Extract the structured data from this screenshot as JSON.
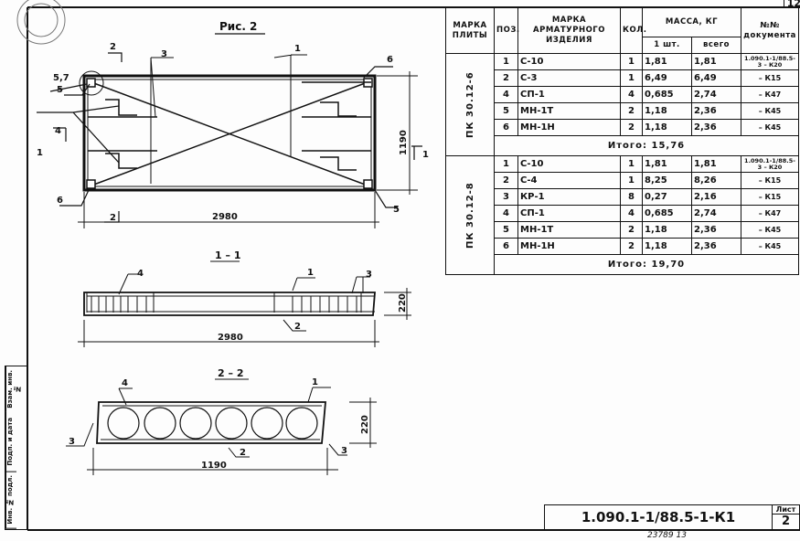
{
  "page_number": "12",
  "figure": {
    "title": "Рис. 2",
    "plan_labels": {
      "l1": "1",
      "l3": "3",
      "l4": "4",
      "l5a": "5",
      "l5b": "5",
      "l6a": "6",
      "l6b": "6",
      "l57": "5,7",
      "cut2": "2",
      "cut2b": "2",
      "cut1": "1",
      "cut1b": "1"
    },
    "plan_dims": {
      "length": "2980",
      "width": "1190"
    },
    "section_1_1": {
      "title": "1 – 1",
      "l1": "1",
      "l2": "2",
      "l3": "3",
      "l4": "4",
      "length": "2980",
      "height": "220"
    },
    "section_2_2": {
      "title": "2 – 2",
      "l1": "1",
      "l2": "2",
      "l3a": "3",
      "l3b": "3",
      "l4": "4",
      "width": "1190",
      "height": "220"
    }
  },
  "table": {
    "headers": {
      "slab": "МАРКА ПЛИТЫ",
      "pos": "ПОЗ.",
      "item": "МАРКА АРМАТУРНОГО ИЗДЕЛИЯ",
      "qty": "КОЛ.",
      "mass": "МАССА, КГ",
      "mass_unit": "1 шт.",
      "mass_total": "всего",
      "doc": "№№ документа"
    },
    "groups": [
      {
        "slab": "ПК 30.12-6",
        "total": "Итого: 15,76",
        "rows": [
          {
            "pos": "1",
            "item": "С-10",
            "qty": "1",
            "unit": "1,81",
            "total": "1,81",
            "doc": "1.090.1-1/88.5-3 – К20"
          },
          {
            "pos": "2",
            "item": "С-3",
            "qty": "1",
            "unit": "6,49",
            "total": "6,49",
            "doc": "– К15"
          },
          {
            "pos": "4",
            "item": "СП-1",
            "qty": "4",
            "unit": "0,685",
            "total": "2,74",
            "doc": "– К47"
          },
          {
            "pos": "5",
            "item": "МН-1Т",
            "qty": "2",
            "unit": "1,18",
            "total": "2,36",
            "doc": "– К45"
          },
          {
            "pos": "6",
            "item": "МН-1Н",
            "qty": "2",
            "unit": "1,18",
            "total": "2,36",
            "doc": "– К45"
          }
        ]
      },
      {
        "slab": "ПК 30.12-8",
        "total": "Итого: 19,70",
        "rows": [
          {
            "pos": "1",
            "item": "С-10",
            "qty": "1",
            "unit": "1,81",
            "total": "1,81",
            "doc": "1.090.1-1/88.5-3 – К20"
          },
          {
            "pos": "2",
            "item": "С-4",
            "qty": "1",
            "unit": "8,25",
            "total": "8,26",
            "doc": "– К15"
          },
          {
            "pos": "3",
            "item": "КР-1",
            "qty": "8",
            "unit": "0,27",
            "total": "2,16",
            "doc": "– К15"
          },
          {
            "pos": "4",
            "item": "СП-1",
            "qty": "4",
            "unit": "0,685",
            "total": "2,74",
            "doc": "– К47"
          },
          {
            "pos": "5",
            "item": "МН-1Т",
            "qty": "2",
            "unit": "1,18",
            "total": "2,36",
            "doc": "– К45"
          },
          {
            "pos": "6",
            "item": "МН-1Н",
            "qty": "2",
            "unit": "1,18",
            "total": "2,36",
            "doc": "– К45"
          }
        ]
      }
    ]
  },
  "title_block": {
    "code": "1.090.1-1/88.5-1-К1",
    "sheet_label": "Лист",
    "sheet": "2"
  },
  "archive_number": "23789   13",
  "left_strip": {
    "replace": "Взам. инв. №",
    "sign": "Подп. и дата",
    "inv": "Инв. № подл."
  }
}
